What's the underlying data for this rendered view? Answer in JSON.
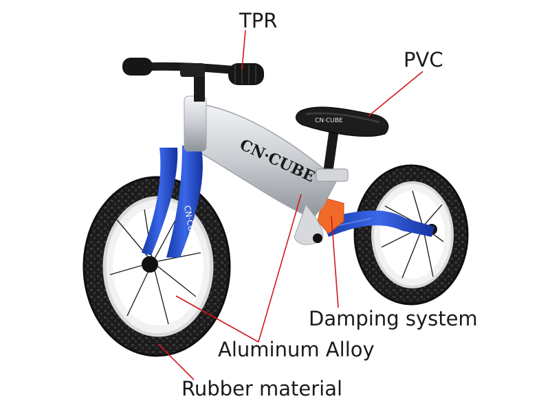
{
  "callouts": {
    "tpr": "TPR",
    "pvc": "PVC",
    "damping": "Damping system",
    "aluminum": "Aluminum Alloy",
    "rubber": "Rubber material"
  },
  "bike": {
    "brand": "CN·CUBE",
    "fork_text": "CN·CUBE",
    "seat_text": "CN·CUBE"
  },
  "colors": {
    "frame": "#c9ccd1",
    "fork_and_rear": "#1f47c9",
    "tire": "#1b1b1b",
    "rim": "#f2f2f2",
    "damper": "#f06a2a",
    "leader_line": "#d4141b",
    "grip": "#161616"
  }
}
